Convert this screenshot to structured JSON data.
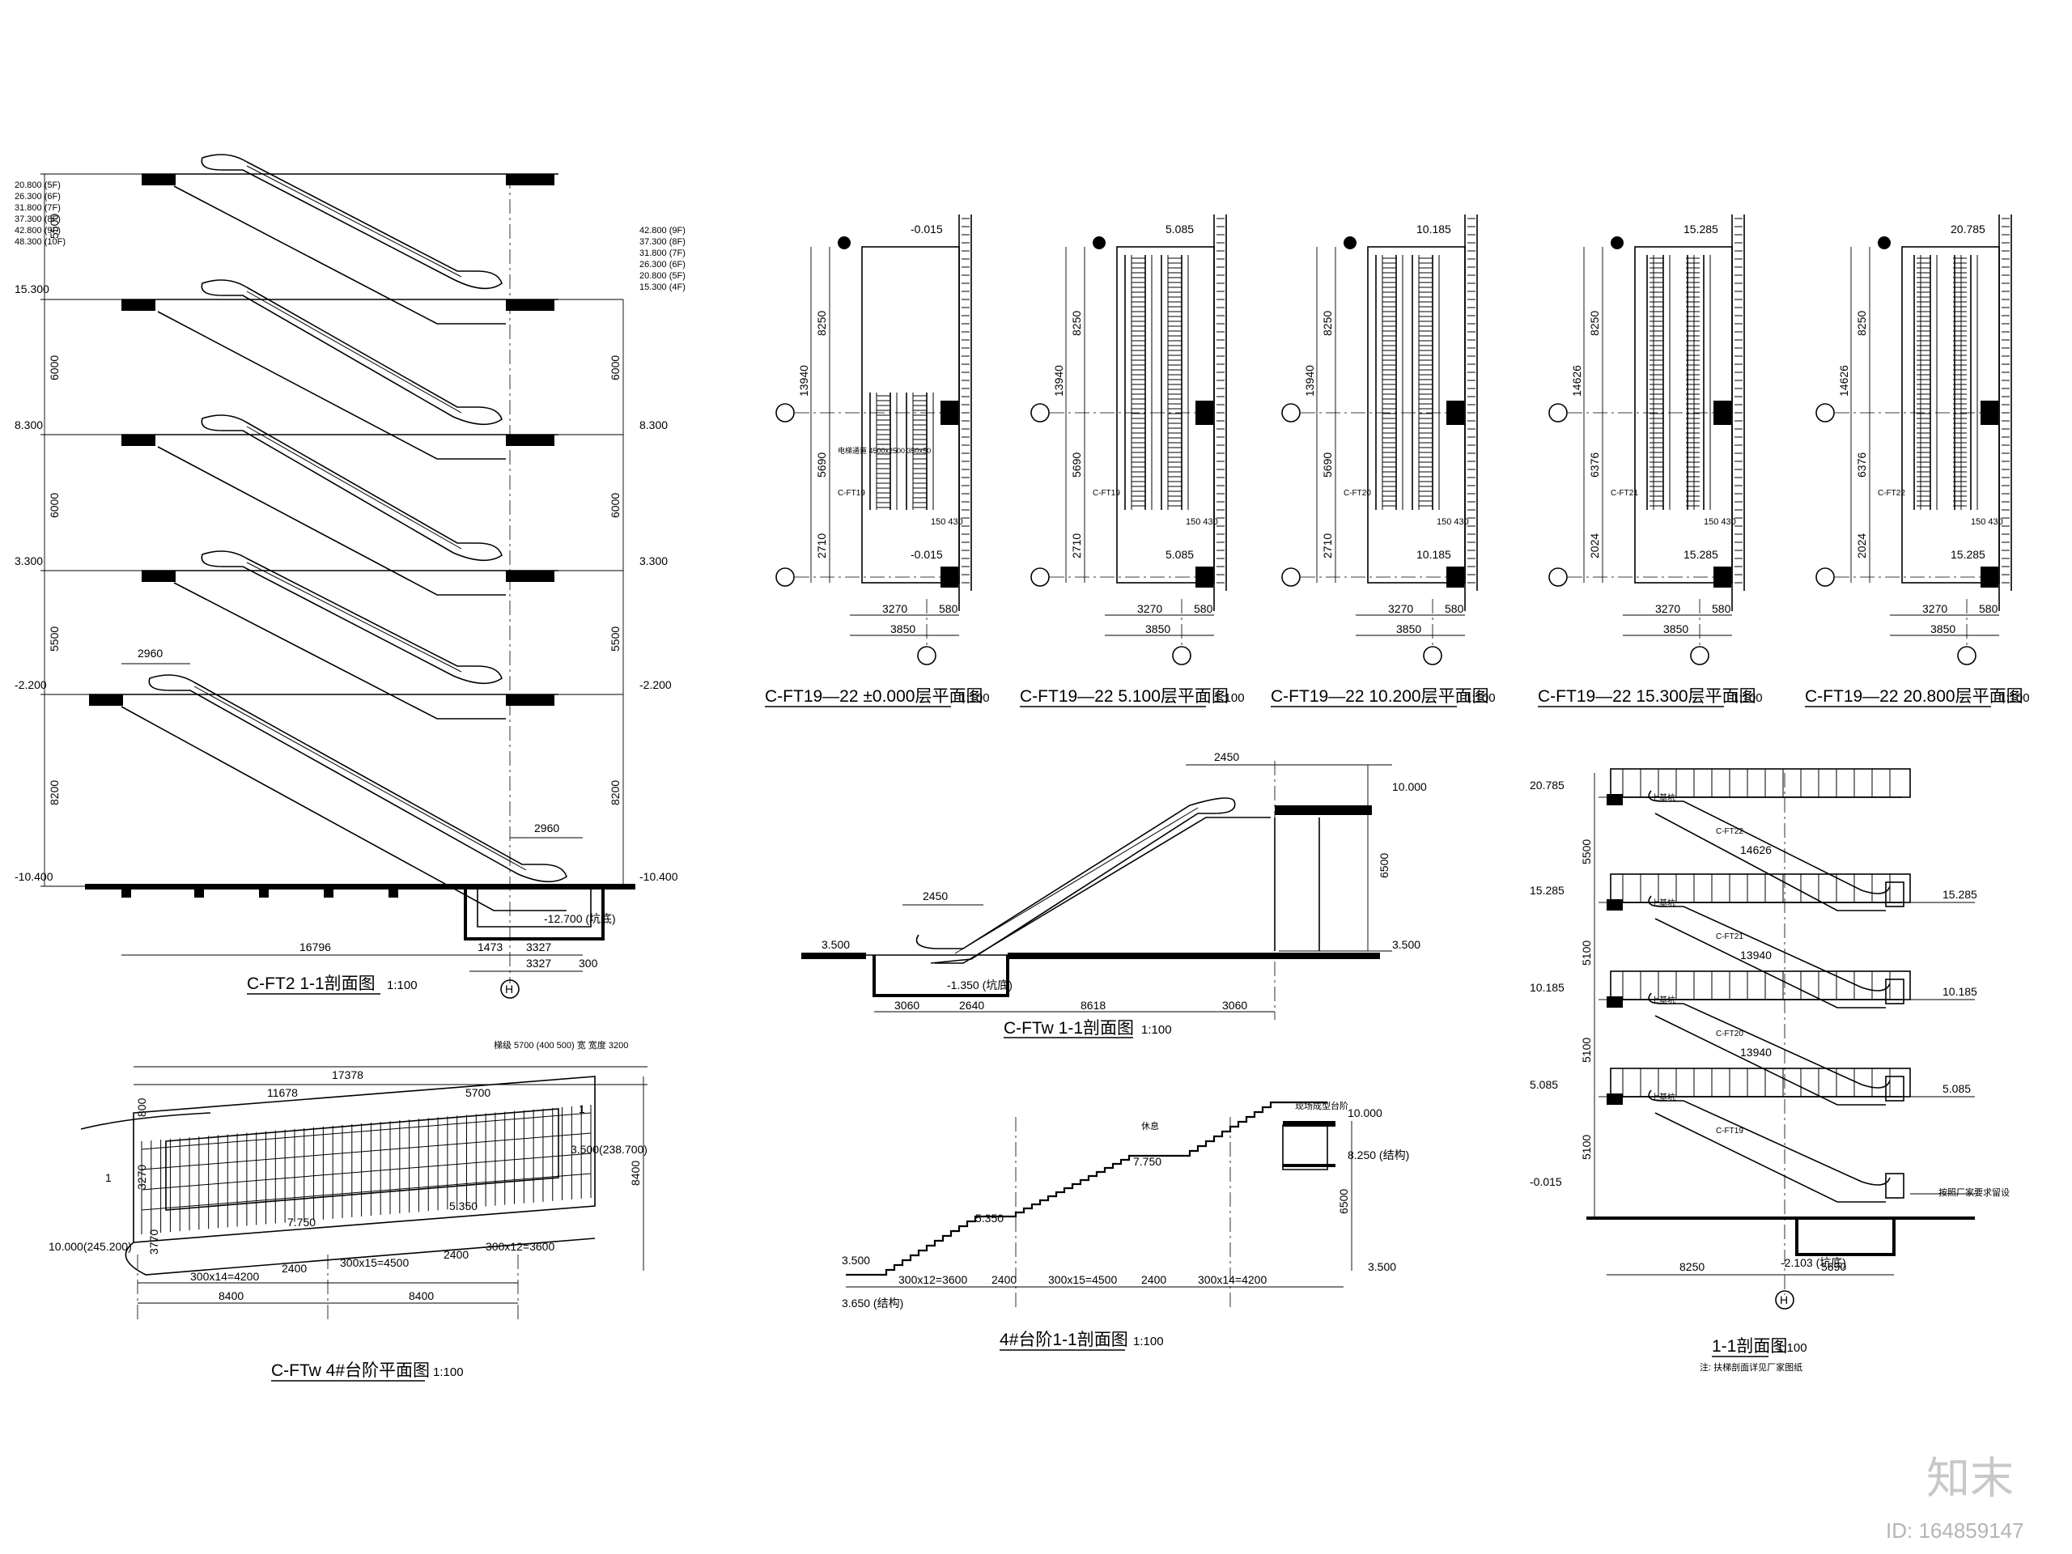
{
  "drawings": {
    "ft2_section": {
      "title": "C-FT2 1-1剖面图",
      "scale": "1:100",
      "levels_left": [
        "15.300",
        "8.300",
        "3.300",
        "-2.200",
        "-10.400"
      ],
      "levels_right": [
        "15.300",
        "8.300",
        "3.300",
        "-2.200",
        "-10.400"
      ],
      "level_list_left": [
        "20.800 (5F)",
        "26.300 (6F)",
        "31.800 (7F)",
        "37.300 (8F)",
        "42.800 (9F)",
        "48.300 (10F)"
      ],
      "level_list_right": [
        "42.800 (9F)",
        "37.300 (8F)",
        "31.800 (7F)",
        "26.300 (6F)",
        "20.800 (5F)",
        "15.300 (4F)"
      ],
      "heights_left": [
        "5500",
        "6000",
        "6000",
        "5500",
        "8200"
      ],
      "heights_right": [
        "6000",
        "6000",
        "5500",
        "8200"
      ],
      "landing_top": "2960",
      "landing_bottom": "2960",
      "pit_level": "-12.700 (坑底)",
      "dims_bottom": [
        "16796",
        "1473",
        "3327",
        "3327",
        "300"
      ],
      "axis": "H"
    },
    "plans": [
      {
        "title": "C-FT19—22 ±0.000层平面图",
        "scale": "1:100",
        "level_top": "-0.015",
        "level_bot": "-0.015",
        "tag": "C-FT19",
        "v_dims": [
          "8250",
          "13940",
          "5690",
          "2710"
        ],
        "h_dims": [
          "3270",
          "580",
          "3850"
        ],
        "note": "电梯通道 4500x2500 350x50"
      },
      {
        "title": "C-FT19—22 5.100层平面图",
        "scale": "1:100",
        "level_top": "5.085",
        "level_bot": "5.085",
        "tag": "C-FT19",
        "v_dims": [
          "8250",
          "13940",
          "5690",
          "2710"
        ],
        "h_dims": [
          "3270",
          "580",
          "3850"
        ],
        "note": ""
      },
      {
        "title": "C-FT19—22 10.200层平面图",
        "scale": "1:100",
        "level_top": "10.185",
        "level_bot": "10.185",
        "tag": "C-FT20",
        "v_dims": [
          "8250",
          "13940",
          "5690",
          "2710"
        ],
        "h_dims": [
          "3270",
          "580",
          "3850"
        ],
        "note": ""
      },
      {
        "title": "C-FT19—22 15.300层平面图",
        "scale": "1:100",
        "level_top": "15.285",
        "level_bot": "15.285",
        "tag": "C-FT21",
        "v_dims": [
          "8250",
          "14626",
          "6376",
          "2024"
        ],
        "h_dims": [
          "3270",
          "580",
          "3850"
        ],
        "note": ""
      },
      {
        "title": "C-FT19—22 20.800层平面图",
        "scale": "1:100",
        "level_top": "20.785",
        "level_bot": "15.285",
        "tag": "C-FT22",
        "v_dims": [
          "8250",
          "14626",
          "6376",
          "2024"
        ],
        "h_dims": [
          "3270",
          "580",
          "3850"
        ],
        "note": ""
      }
    ],
    "plan_dim_small": "150 430",
    "ftw_section": {
      "title": "C-FTw 1-1剖面图",
      "scale": "1:100",
      "top_level": "10.000",
      "bottom_level_left": "3.500",
      "bottom_level_right": "3.500",
      "pit_level": "-1.350 (坑底)",
      "height": "6500",
      "landing_top": "2450",
      "landing_bottom": "2450",
      "dims_bottom": [
        "3060",
        "2640",
        "8618",
        "3060"
      ]
    },
    "ftw_plan": {
      "title": "C-FTw 4#台阶平面图",
      "scale": "1:100",
      "dim_total": "17378",
      "dim_a": "11678",
      "dim_b": "5700",
      "note_top": "梯级 5700 (400 500) 宽 宽度 3200",
      "level_a": "3.500(238.700)",
      "level_b": "10.000(245.200)",
      "level_c": "7.750",
      "level_d": "5.350",
      "side_dim": "8400",
      "left_dims": [
        "3270",
        "3770",
        "800"
      ],
      "bottom_dims": [
        "300x14=4200",
        "2400",
        "300x15=4500",
        "2400",
        "300x12=3600"
      ],
      "bays": [
        "8400",
        "8400"
      ],
      "section_mark": "1"
    },
    "stair_section": {
      "title": "4#台阶1-1剖面图",
      "scale": "1:100",
      "top_level": "10.000",
      "sub_level": "8.250 (结构)",
      "mid_a": "7.750",
      "mid_b": "5.350",
      "bottom_level": "3.500",
      "base_level": "3.650 (结构)",
      "height": "6500",
      "note_top": "现场成型台阶",
      "note_mid": "休息",
      "dims_bottom": [
        "300x12=3600",
        "2400",
        "300x15=4500",
        "2400",
        "300x14=4200"
      ]
    },
    "multi_section": {
      "title": "1-1剖面图",
      "scale": "1:100",
      "note": "注: 扶梯剖面详见厂家图纸",
      "levels_left": [
        "20.785",
        "15.285",
        "10.185",
        "5.085",
        "-0.015"
      ],
      "levels_right": [
        "15.285",
        "10.185",
        "5.085"
      ],
      "heights": [
        "5500",
        "5100",
        "5100",
        "5100"
      ],
      "spans": [
        "14626",
        "13940",
        "13940"
      ],
      "tags": [
        "C-FT22",
        "C-FT21",
        "C-FT20",
        "C-FT19"
      ],
      "pit_level": "-2.103 (坑底)",
      "dims_bottom": [
        "8250",
        "5690"
      ],
      "axis": "H",
      "label_up": "上基坑",
      "note_right": "按照厂家要求留设"
    }
  },
  "watermark": {
    "logo": "知末",
    "id": "ID: 164859147"
  }
}
